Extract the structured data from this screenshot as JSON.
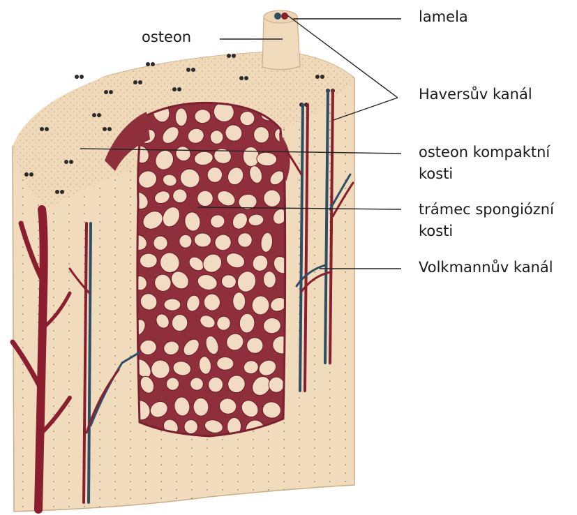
{
  "labels": {
    "osteon": "osteon",
    "lamela": "lamela",
    "haversuv_kanal": "Haversův kanál",
    "osteon_kompaktni": [
      "osteon kompaktní",
      "kosti"
    ],
    "tramec_spongiozni": [
      "trámec spongiózní",
      "kosti"
    ],
    "volkmannuv_kanal": "Volkmannův kanál"
  },
  "colors": {
    "bone": "#f0dcbc",
    "bone_shadow": "#e4cba6",
    "spongy": "#8f2f3c",
    "spongy_hole": "#f1dcc3",
    "artery": "#8a1d2e",
    "vein": "#2e4e66",
    "dots": "#2a2a2a",
    "leader": "#222222"
  }
}
